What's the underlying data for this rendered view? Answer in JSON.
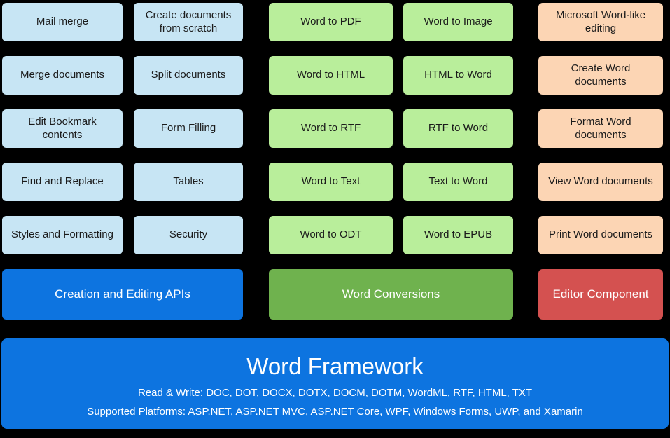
{
  "groups": {
    "editing": {
      "items": [
        "Mail merge",
        "Create documents from scratch",
        "Merge documents",
        "Split documents",
        "Edit Bookmark contents",
        "Form Filling",
        "Find and Replace",
        "Tables",
        "Styles and Formatting",
        "Security"
      ],
      "footer_label": "Creation and Editing APIs"
    },
    "conversions": {
      "items": [
        "Word to PDF",
        "Word to Image",
        "Word to HTML",
        "HTML to Word",
        "Word to RTF",
        "RTF to Word",
        "Word to Text",
        "Text to Word",
        "Word to ODT",
        "Word to EPUB"
      ],
      "footer_label": "Word Conversions"
    },
    "editor": {
      "items": [
        "Microsoft Word-like editing",
        "Create Word documents",
        "Format Word documents",
        "View Word documents",
        "Print Word documents"
      ],
      "footer_label": "Editor Component"
    }
  },
  "banner": {
    "title": "Word Framework",
    "line1": "Read & Write: DOC, DOT, DOCX, DOTX, DOCM, DOTM, WordML, RTF, HTML, TXT",
    "line2": "Supported Platforms: ASP.NET, ASP.NET MVC, ASP.NET Core, WPF, Windows Forms, UWP, and Xamarin"
  },
  "colors": {
    "background": "#000000",
    "editing_box": "#c7e5f4",
    "conversion_box": "#b9ee9b",
    "editor_box": "#fcd5b4",
    "editing_footer": "#0d74e0",
    "conversion_footer": "#6fb24e",
    "editor_footer": "#d45150",
    "banner": "#0d74e0",
    "box_text": "#1b1b1b",
    "footer_text": "#ffffff"
  }
}
